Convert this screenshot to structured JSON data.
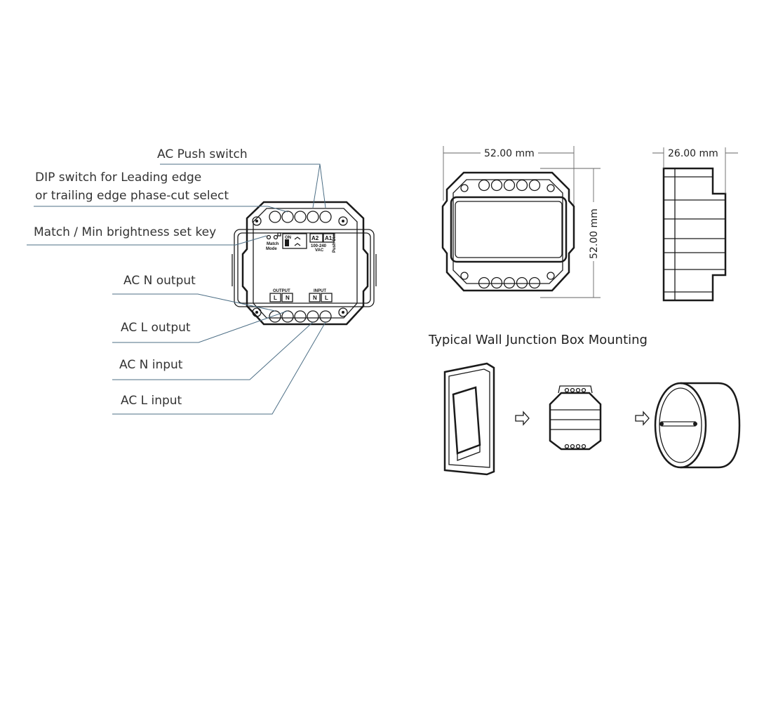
{
  "callouts": {
    "ac_push_switch": "AC Push switch",
    "dip_switch_line1": "DIP switch for Leading edge",
    "dip_switch_line2": "or trailing edge phase-cut select",
    "match_key": "Match / Min brightness set key",
    "ac_n_output": "AC N output",
    "ac_l_output": "AC L output",
    "ac_n_input": "AC N input",
    "ac_l_input": "AC L input"
  },
  "device_labels": {
    "a2": "A2",
    "a1": "A1",
    "on": "ON",
    "match": "Match",
    "mode": "Mode",
    "voltage": "100-240",
    "vac": "VAC",
    "push_dim": "Push Dim",
    "output": "OUTPUT",
    "input": "INPUT",
    "out_l": "L",
    "out_n": "N",
    "in_n": "N",
    "in_l": "L"
  },
  "dimensions": {
    "width": "52.00 mm",
    "height": "52.00 mm",
    "depth": "26.00 mm"
  },
  "mounting": {
    "title": "Typical Wall Junction Box Mounting",
    "arrow_icon": "hollow-right-arrow"
  },
  "colors": {
    "leader_line": "#4d6f86",
    "outline": "#1a1a1a"
  }
}
